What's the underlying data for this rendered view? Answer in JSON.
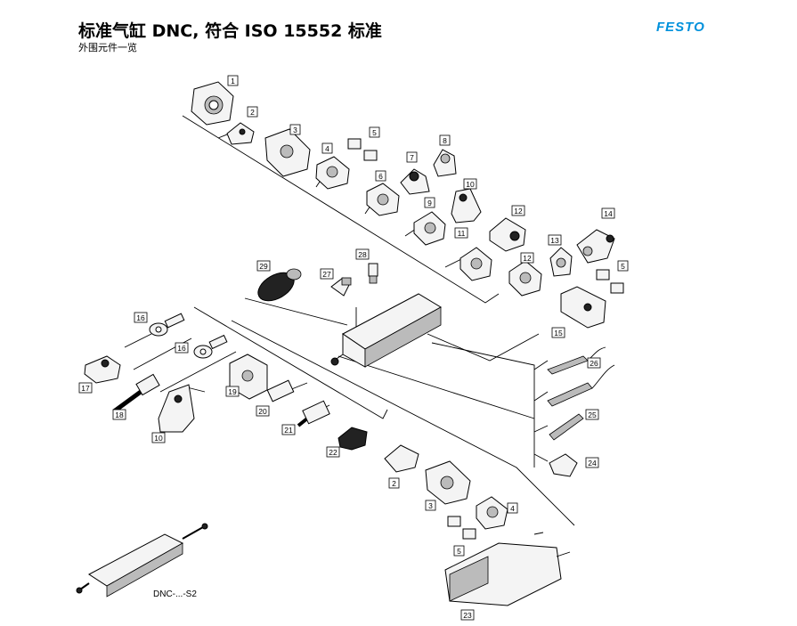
{
  "header": {
    "title": "标准气缸 DNC, 符合 ISO 15552 标准",
    "subtitle": "外围元件一览",
    "brand": "FESTO"
  },
  "diagram": {
    "variant_label": "DNC-...-S2",
    "callouts": [
      "1",
      "2",
      "3",
      "4",
      "5",
      "6",
      "7",
      "8",
      "9",
      "10",
      "11",
      "12",
      "12",
      "13",
      "14",
      "5",
      "15",
      "16",
      "16",
      "17",
      "18",
      "10",
      "19",
      "20",
      "21",
      "22",
      "2",
      "3",
      "4",
      "5",
      "23",
      "24",
      "25",
      "26",
      "27",
      "28",
      "29"
    ]
  },
  "colors": {
    "brand": "#0091dc",
    "ink": "#000000"
  }
}
